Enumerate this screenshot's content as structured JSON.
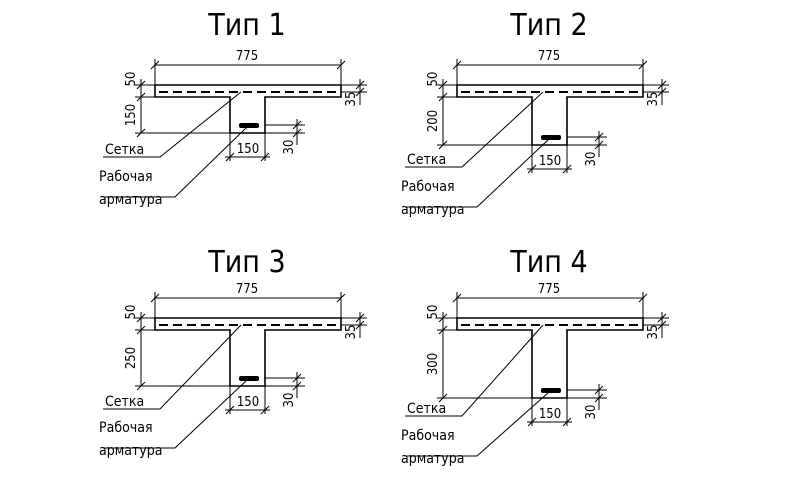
{
  "diagrams": [
    {
      "title": "Тип 1",
      "flange_width": "775",
      "flange_thickness": "50",
      "rib_height": "150",
      "cover_top": "35",
      "rib_width": "150",
      "cover_bottom": "30",
      "label_mesh": "Сетка",
      "label_rebar_line1": "Рабочая",
      "label_rebar_line2": "арматура"
    },
    {
      "title": "Тип 2",
      "flange_width": "775",
      "flange_thickness": "50",
      "rib_height": "200",
      "cover_top": "35",
      "rib_width": "150",
      "cover_bottom": "30",
      "label_mesh": "Сетка",
      "label_rebar_line1": "Рабочая",
      "label_rebar_line2": "арматура"
    },
    {
      "title": "Тип 3",
      "flange_width": "775",
      "flange_thickness": "50",
      "rib_height": "250",
      "cover_top": "35",
      "rib_width": "150",
      "cover_bottom": "30",
      "label_mesh": "Сетка",
      "label_rebar_line1": "Рабочая",
      "label_rebar_line2": "арматура"
    },
    {
      "title": "Тип 4",
      "flange_width": "775",
      "flange_thickness": "50",
      "rib_height": "300",
      "cover_top": "35",
      "rib_width": "150",
      "cover_bottom": "30",
      "label_mesh": "Сетка",
      "label_rebar_line1": "Рабочая",
      "label_rebar_line2": "арматура"
    }
  ]
}
